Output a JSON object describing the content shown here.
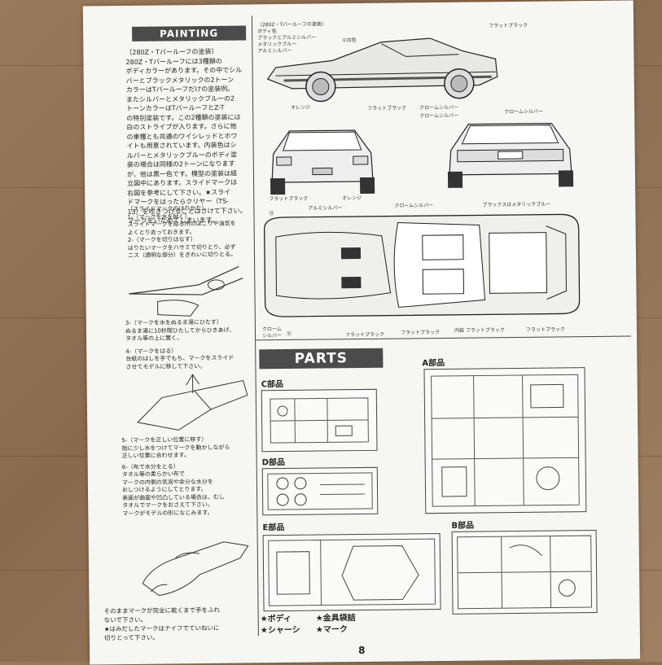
{
  "sections": {
    "painting": "PAINTING",
    "parts": "PARTS"
  },
  "painting_text": [
    "〔280Z・Tバールーフの塗装〕",
    "280Z・Tバールーフには3種類の",
    "ボディカラーがあります。その中でシル",
    "バーとブラックメタリックの2トーン",
    "カラーはTバールーフだけの塗装例。",
    "またシルバーとメタリックブルーの2",
    "トーンカラーはTバールーフとZ-T",
    "の特別塗装です。この2種類の塗装には",
    "白のストライプが入ります。さらに他",
    "の車種とも共通のワイシレッドとホワ",
    "イトも用意されています。内装色はシ",
    "ルバーとメタリックブルーのボディ塗",
    "装の場合は同様の2トーンになります",
    "が、他は黒一色です。模型の塗装は組",
    "立図中にあります。スライドマークは",
    "右図を参考にして下さい。★スライ",
    "ドマークをはったらクリヤー（TS-",
    "13）を吹きつけることはさけて下さい。",
    "マークをいためてしまいます。"
  ],
  "slide_steps": {
    "heading": "〔スライドマークのはりかた〕",
    "s1": [
      "1-（マークを水を貼く）",
      "スライドマークを貼る所のほこりや油気を",
      "よくとり去っておきます。"
    ],
    "s2": [
      "2-（マークを切りはなす）",
      "はりたいマークをハサミで切りとり、必ず",
      "ニス（透明な部分）をきれいに切りとる。"
    ],
    "s3": [
      "3-（マークを水をぬるま湯にひたす）",
      "ぬるま湯に10秒間ひたしてからひきあげ、",
      "タオル等の上に置く。"
    ],
    "s4": [
      "4-（マークをはる）",
      "台紙のはしを手でもち、マークをスライド",
      "させてモデルに移して下さい。"
    ],
    "s5": [
      "5-（マークを正しい位置に移す）",
      "指に少し水をつけてマークを動かしながら",
      "正しい位置に合わせます。"
    ],
    "s6": [
      "6-（布で水分をとる）",
      "タオル等の柔らかい布で",
      "マークの内側の気泡や余分な水分を",
      "おしつけるようにしてとります。",
      "表面が曲面や凹凸している場合は、むし",
      "タオルでマークをおさえて下さい。",
      "マークがモデルの形になじみます。"
    ],
    "s7": [
      "そのままマークが完全に乾くまで手をふれ",
      "ないで下さい。",
      "★はみだしたマークはナイフでていねいに",
      "切りとって下さい。"
    ]
  },
  "paint_header": "〔280Z・Tバールーフの塗装〕",
  "callouts": {
    "top_left": [
      "ボディ色",
      "ブラックとアルミシルバー",
      "メタリックブルー",
      "アルミシルバー"
    ],
    "white": "①白色",
    "flat_black_top": "フラットブラック",
    "orange": "オレンジ",
    "flat_black": "フラットブラック",
    "chrome_silver": "クロームシルバー",
    "chrome_silver2": "クロームシルバー",
    "chrome_silver3": "クロームシルバー",
    "flat_black_front": "フラットブラック",
    "orange_front": "オレンジ",
    "alu_silver": "アルミシルバー",
    "chrome_silver_top": "クロームシルバー",
    "black_or_blue": "ブラックスはメタリックブルー",
    "chrome_silver_bl": "クローム",
    "silver_bl": "シルバー",
    "num11": "⑪",
    "flat_black_a": "フラットブラック",
    "flat_black_b": "フラットブラック",
    "interior_flat_black": "内装 フラットブラック",
    "flat_black_c": "フラットブラック",
    "num12": "⑫"
  },
  "parts": {
    "c": "C部品",
    "a": "A部品",
    "d": "D部品",
    "e": "E部品",
    "b": "B部品"
  },
  "legend": {
    "body": "★ボディ",
    "chassis": "★シャーシ",
    "hardware": "★金具袋詰",
    "decal": "★マーク"
  },
  "page_number": "8"
}
